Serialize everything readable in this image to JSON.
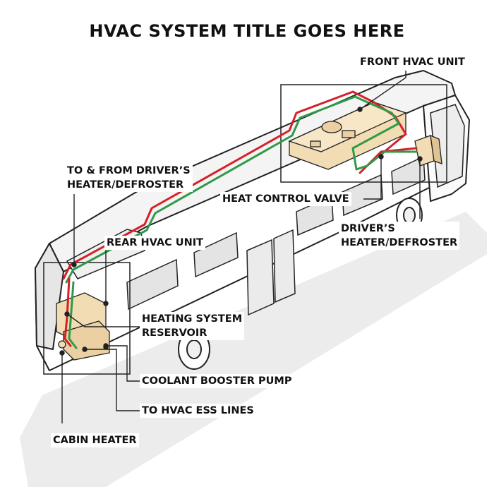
{
  "title": "HVAC SYSTEM TITLE GOES HERE",
  "labels": {
    "front_hvac_unit": "FRONT HVAC UNIT",
    "to_from_drivers_heater_line1": "TO & FROM DRIVER’S",
    "to_from_drivers_heater_line2": "HEATER/DEFROSTER",
    "heat_control_valve": "HEAT CONTROL VALVE",
    "drivers_heater_line1": "DRIVER’S",
    "drivers_heater_line2": "HEATER/DEFROSTER",
    "rear_hvac_unit": "REAR HVAC UNIT",
    "heating_reservoir_line1": "HEATING SYSTEM",
    "heating_reservoir_line2": "RESERVOIR",
    "coolant_booster_pump": "COOLANT BOOSTER PUMP",
    "to_hvac_ess_lines": "TO HVAC ESS LINES",
    "cabin_heater": "CABIN HEATER"
  },
  "colors": {
    "hot_line": "#d62027",
    "cold_line": "#2f9a48",
    "component_fill": "#f2dcb4",
    "bus_body": "#ffffff",
    "bus_shade": "#e9e9e9",
    "ground_shadow": "#ececec",
    "outline": "#222222"
  }
}
